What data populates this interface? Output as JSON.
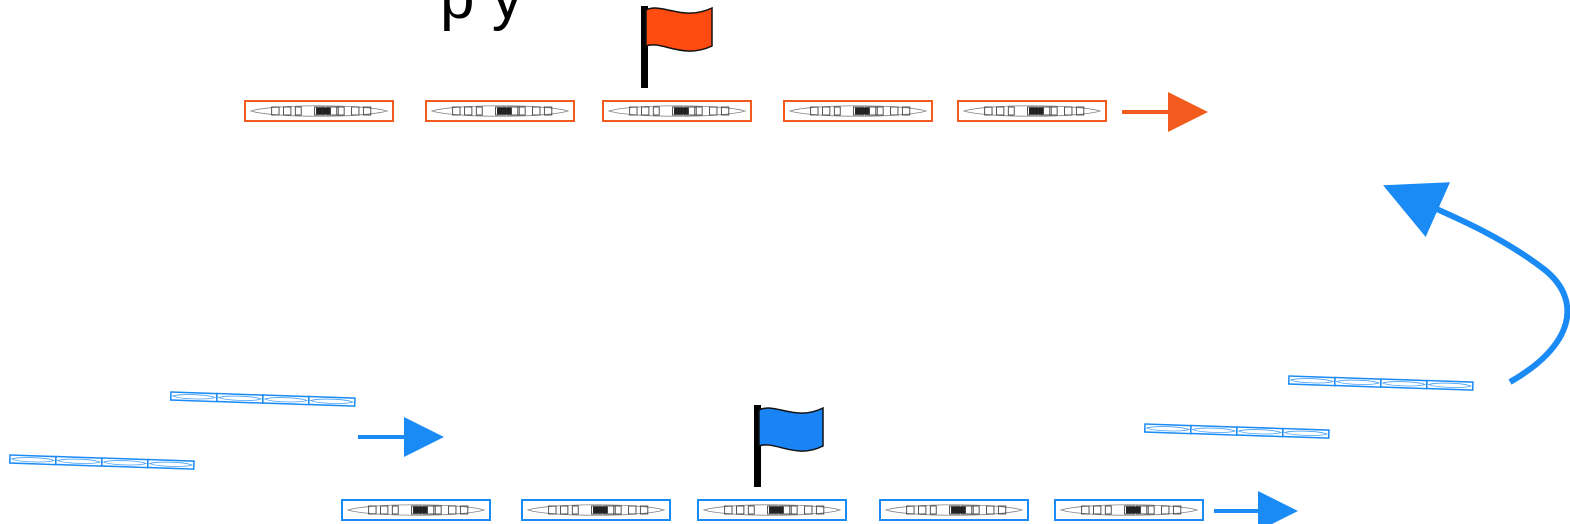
{
  "diagram": {
    "top_text": "p y",
    "fleets": {
      "red_line": {
        "color": "#f25a1e",
        "ship_count": 5,
        "flag": "red-flag",
        "direction": "right"
      },
      "blue_line": {
        "color": "#1a8af5",
        "ship_count": 5,
        "flag": "blue-flag",
        "direction": "right"
      },
      "blue_squadrons": [
        {
          "name": "squadron-left-upper",
          "ship_count": 4
        },
        {
          "name": "squadron-left-lower",
          "ship_count": 4
        },
        {
          "name": "squadron-right-upper",
          "ship_count": 4
        },
        {
          "name": "squadron-right-lower",
          "ship_count": 4
        }
      ]
    },
    "colors": {
      "red": "#f25a1e",
      "blue": "#1a8af5",
      "flag_red": "#ff4a10",
      "flag_blue": "#1a84f5",
      "pole": "#000000"
    },
    "icons": [
      "flag-icon",
      "arrow-icon",
      "ship-icon"
    ]
  }
}
